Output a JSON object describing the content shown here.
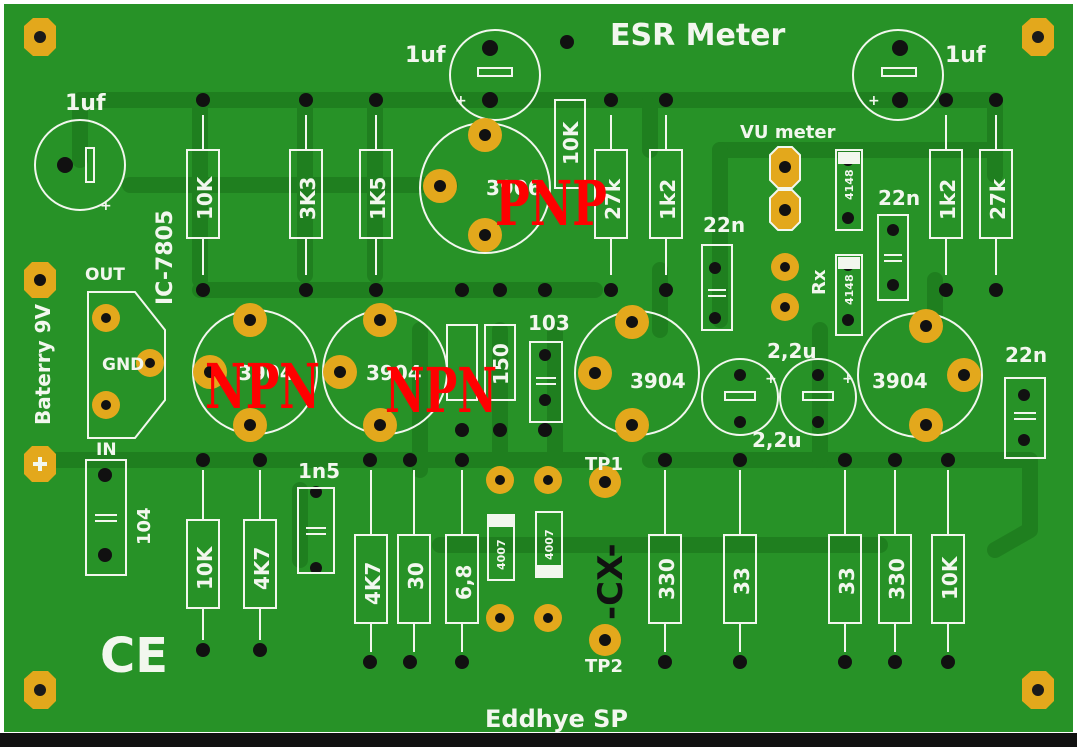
{
  "board": {
    "title": "ESR Meter",
    "author": "Eddhye SP",
    "battery_label": "Baterry 9V",
    "regulator_label": "IC-7805",
    "reg_out": "OUT",
    "reg_gnd": "GND",
    "reg_in": "IN",
    "vu_meter": "VU meter",
    "rx": "Rx",
    "cx": "-CX-",
    "tp1": "TP1",
    "tp2": "TP2",
    "ce": "CE",
    "colors": {
      "pcb": "#279227",
      "trace": "#1e7a1e",
      "pad": "#e3a81c",
      "silk": "#f2f7ee",
      "annotation": "#ff0000"
    }
  },
  "components": {
    "top_resistors": [
      "10K",
      "3K3",
      "1K5",
      "10K",
      "27k",
      "1k2",
      "1k2",
      "27k"
    ],
    "mid_resistors": [
      "150"
    ],
    "bottom_resistors": [
      "10K",
      "4K7",
      "4K7",
      "30",
      "6,8",
      "330",
      "33",
      "33",
      "330",
      "10K"
    ],
    "capacitors": [
      "1uf",
      "1uf",
      "1uf",
      "22n",
      "22n",
      "22n",
      "103",
      "1n5",
      "104",
      "2,2u",
      "2,2u"
    ],
    "diodes": [
      "4148",
      "4148",
      "4007",
      "4007"
    ],
    "transistors": [
      "3906",
      "3904",
      "3904",
      "3904",
      "3904"
    ],
    "annotations": [
      "PNP",
      "NPN",
      "NPN"
    ]
  }
}
